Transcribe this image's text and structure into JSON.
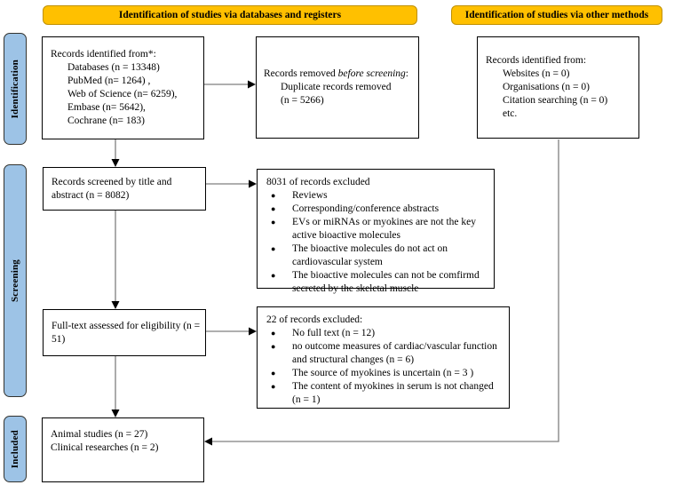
{
  "headers": {
    "databases": "Identification of studies via databases and registers",
    "other_methods": "Identification of studies via other methods"
  },
  "stages": {
    "identification": "Identification",
    "screening": "Screening",
    "included": "Included"
  },
  "glyphs": {
    "bullet": "●"
  },
  "colors": {
    "header_fill": "#FFC000",
    "header_border": "#BF9000",
    "stage_fill": "#9DC3E6",
    "box_border": "#000000",
    "connector_line": "#7f7f7f",
    "arrowhead": "#000000"
  },
  "boxes": {
    "identified_databases": {
      "title": "Records identified from*:",
      "lines": [
        "Databases (n = 13348)",
        "PubMed (n= 1264) ,",
        "Web of Science (n= 6259),",
        "Embase (n= 5642),",
        "Cochrane (n= 183)"
      ]
    },
    "removed_before_screening": {
      "text_prefix": "Records removed ",
      "text_italic": "before screening",
      "text_suffix": ":",
      "lines": [
        "Duplicate records removed",
        "(n = 5266)"
      ]
    },
    "identified_other": {
      "title": "Records identified from:",
      "lines": [
        "Websites (n = 0)",
        "Organisations (n = 0)",
        "Citation searching (n = 0)",
        "etc."
      ]
    },
    "screened": {
      "text": "Records screened by title and abstract (n = 8082)"
    },
    "excluded_screening": {
      "title": "8031 of records excluded",
      "items": [
        "Reviews",
        "Corresponding/conference abstracts",
        "EVs or miRNAs or myokines are not the key active bioactive molecules",
        "The bioactive molecules do not act on cardiovascular system",
        "The bioactive molecules can not be comfirmd secreted by the skeletal muscle"
      ]
    },
    "fulltext": {
      "text": "Full-text assessed for eligibility (n = 51)"
    },
    "excluded_fulltext": {
      "title": "22 of records excluded:",
      "items": [
        "No full text (n = 12)",
        "no outcome measures of cardiac/vascular function and structural changes (n = 6)",
        "The source of myokines is uncertain (n = 3 )",
        "The content of myokines in serum is not changed (n = 1)"
      ]
    },
    "included": {
      "lines": [
        "Animal studies (n = 27)",
        "Clinical researches (n = 2)"
      ]
    }
  }
}
